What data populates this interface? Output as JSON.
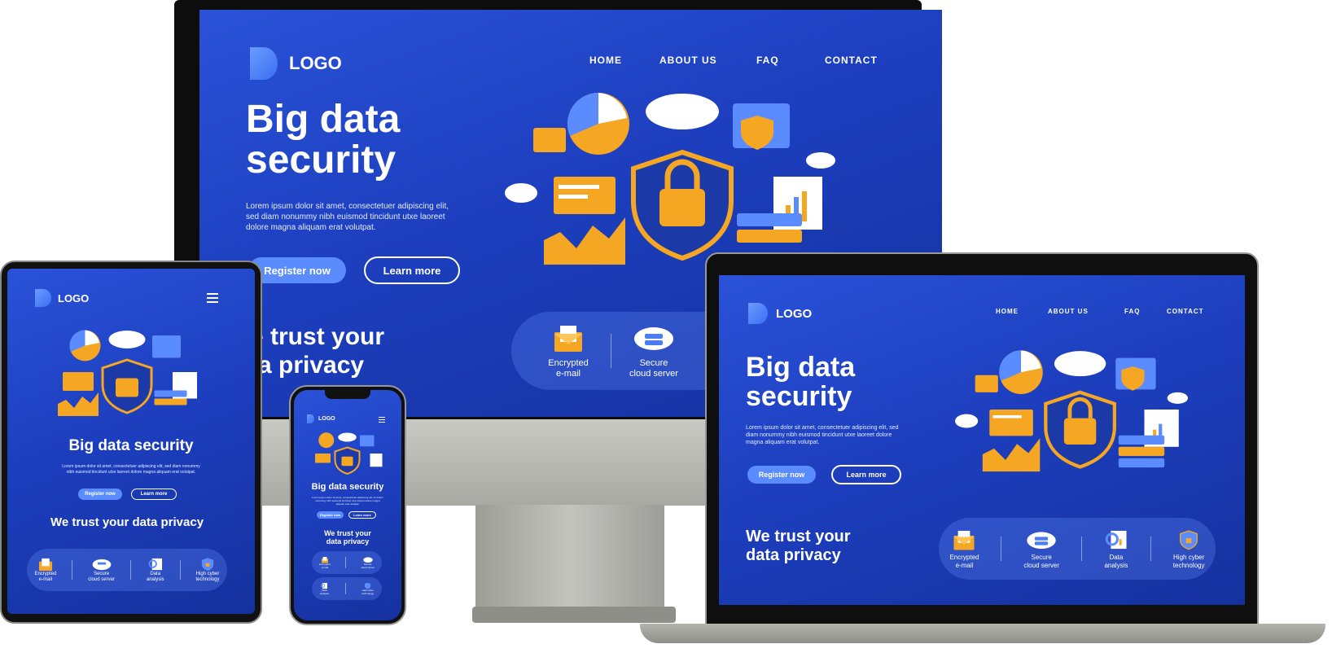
{
  "brand": {
    "logo_text": "LOGO",
    "logo_letter": "D"
  },
  "nav": [
    "HOME",
    "ABOUT US",
    "FAQ",
    "CONTACT"
  ],
  "hero": {
    "title_line1": "Big data",
    "title_line2": "security",
    "title_single": "Big data security",
    "body": "Lorem ipsum dolor sit amet, consectetuer adipiscing elit, sed diam nonummy nibh euismod tincidunt utxe laoreet dolore magna aliquam erat volutpat.",
    "register_label": "Register now",
    "learn_label": "Learn more"
  },
  "trust": {
    "line1": "We trust your",
    "line2": "data privacy",
    "single": "We trust your data privacy",
    "monitor_line1": "e trust your",
    "monitor_line2": "ta privacy"
  },
  "features": [
    {
      "icon": "envelope-icon",
      "line1": "Encrypted",
      "line2": "e-mail"
    },
    {
      "icon": "cloud-server-icon",
      "line1": "Secure",
      "line2": "cloud server"
    },
    {
      "icon": "data-analysis-icon",
      "line1": "Data",
      "line2": "analysis"
    },
    {
      "icon": "shield-icon",
      "line1": "High cyber",
      "line2": "technology"
    }
  ],
  "colors": {
    "screen": "#1d3fbf",
    "accent_orange": "#f5a623",
    "button": "#5b8cff",
    "bezel": "#111111",
    "stand": "#b9b9b4"
  }
}
